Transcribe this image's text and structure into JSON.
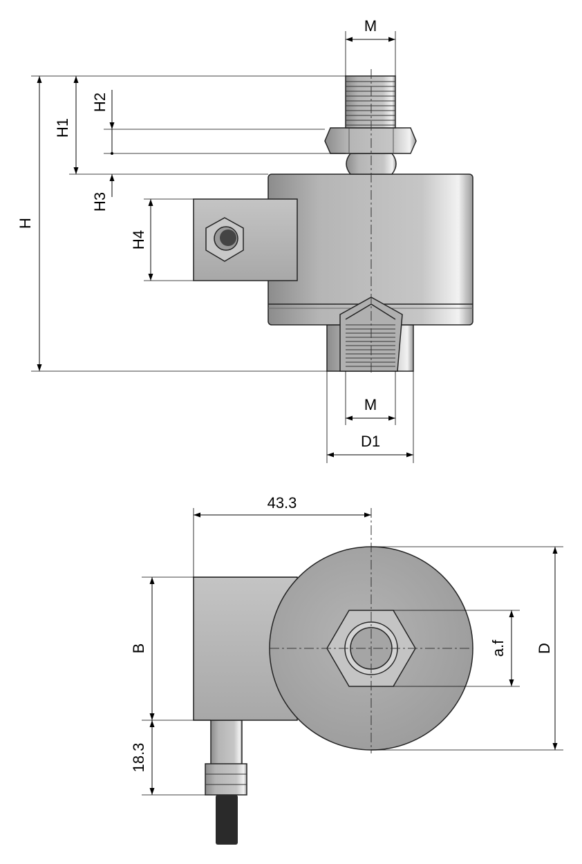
{
  "side_view": {
    "labels": {
      "thread_top": "M",
      "height_total": "H",
      "height_h1": "H1",
      "height_h2": "H2",
      "height_h3": "H3",
      "height_h4": "H4",
      "thread_bottom": "M",
      "diameter_d1": "D1"
    }
  },
  "top_view": {
    "labels": {
      "width_offset": "43.3",
      "block_width": "B",
      "cable_offset": "18.3",
      "across_flats": "a.f",
      "diameter_d": "D"
    }
  },
  "colors": {
    "body": "#a9a9a9",
    "body_light": "#d2d2d2",
    "cable": "#2a2a2a"
  }
}
